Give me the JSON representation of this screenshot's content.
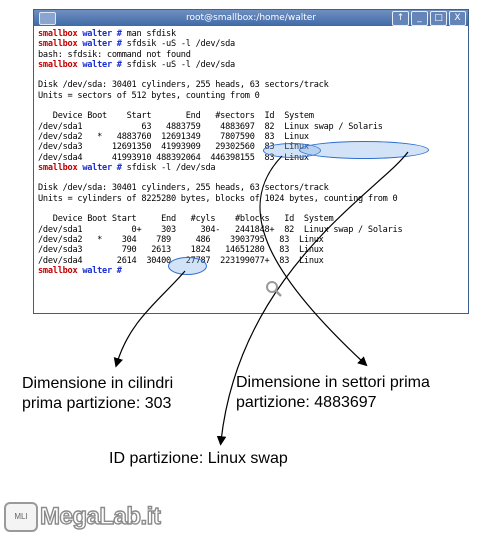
{
  "window": {
    "title": "root@smallbox:/home/walter",
    "buttons": [
      "↑",
      "_",
      "□",
      "X"
    ]
  },
  "prompt": {
    "user": "smallbox",
    "dir": "walter",
    "sym": "#"
  },
  "lines": [
    {
      "kind": "prompt",
      "cmd": "man sfdisk"
    },
    {
      "kind": "prompt",
      "cmd": "sfdsik -uS -l /dev/sda"
    },
    {
      "kind": "text",
      "text": "bash: sfdsik: command not found"
    },
    {
      "kind": "prompt",
      "cmd": "sfdisk -uS -l /dev/sda"
    },
    {
      "kind": "text",
      "text": ""
    },
    {
      "kind": "text",
      "text": "Disk /dev/sda: 30401 cylinders, 255 heads, 63 sectors/track"
    },
    {
      "kind": "text",
      "text": "Units = sectors of 512 bytes, counting from 0"
    },
    {
      "kind": "text",
      "text": ""
    },
    {
      "kind": "text",
      "text": "   Device Boot    Start       End   #sectors  Id  System"
    },
    {
      "kind": "text",
      "text": "/dev/sda1            63   4883759    4883697  82  Linux swap / Solaris"
    },
    {
      "kind": "text",
      "text": "/dev/sda2   *   4883760  12691349    7807590  83  Linux"
    },
    {
      "kind": "text",
      "text": "/dev/sda3      12691350  41993909   29302560  83  Linux"
    },
    {
      "kind": "text",
      "text": "/dev/sda4      41993910 488392064  446398155  83  Linux"
    },
    {
      "kind": "prompt",
      "cmd": "sfdisk -l /dev/sda"
    },
    {
      "kind": "text",
      "text": ""
    },
    {
      "kind": "text",
      "text": "Disk /dev/sda: 30401 cylinders, 255 heads, 63 sectors/track"
    },
    {
      "kind": "text",
      "text": "Units = cylinders of 8225280 bytes, blocks of 1024 bytes, counting from 0"
    },
    {
      "kind": "text",
      "text": ""
    },
    {
      "kind": "text",
      "text": "   Device Boot Start     End   #cyls    #blocks   Id  System"
    },
    {
      "kind": "text",
      "text": "/dev/sda1          0+    303     304-   2441848+  82  Linux swap / Solaris"
    },
    {
      "kind": "text",
      "text": "/dev/sda2   *    304    789     486    3903795   83  Linux"
    },
    {
      "kind": "text",
      "text": "/dev/sda3        790   2613    1824   14651280   83  Linux"
    },
    {
      "kind": "text",
      "text": "/dev/sda4       2614  30400   27787  223199077+  83  Linux"
    },
    {
      "kind": "prompt",
      "cmd": ""
    }
  ],
  "callouts": {
    "cylinders": [
      "Dimensione in cilindri",
      "prima partizione: 303"
    ],
    "sectors": [
      "Dimensione in settori prima",
      "partizione: 4883697"
    ],
    "id": "ID partizione: Linux swap"
  },
  "logo": {
    "badge": "MLI",
    "text": "MegaLab.it"
  }
}
